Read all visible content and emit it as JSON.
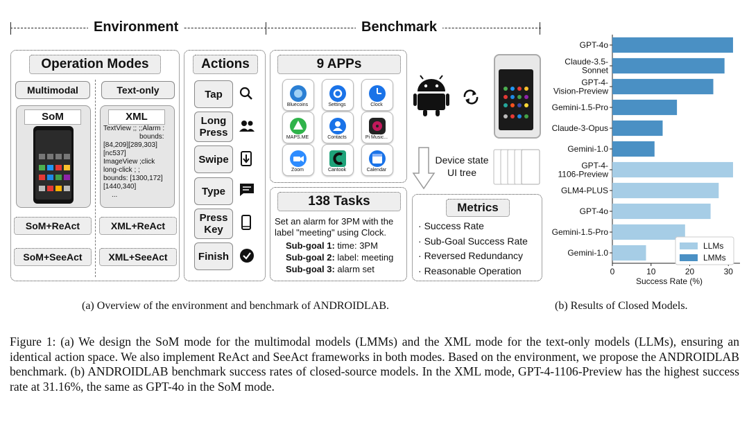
{
  "figure": {
    "environment_title": "Environment",
    "benchmark_title": "Benchmark",
    "operation_modes": {
      "title": "Operation Modes",
      "multimodal": "Multimodal",
      "text_only": "Text-only",
      "som": "SoM",
      "xml": "XML",
      "xml_text": [
        "TextView ;; ;;Alarm :",
        "bounds:",
        "[84,209][289,303]",
        "[nc537]",
        "ImageView ;click",
        "long-click ; ;",
        "bounds: [1300,172]",
        "[1440,340]",
        "..."
      ],
      "som_react": "SoM+ReAct",
      "xml_react": "XML+ReAct",
      "som_seeact": "SoM+SeeAct",
      "xml_seeact": "XML+SeeAct"
    },
    "actions": {
      "title": "Actions",
      "items": [
        {
          "label": "Tap",
          "icon": "search-icon"
        },
        {
          "label": "Long Press",
          "icon": "people-icon"
        },
        {
          "label": "Swipe",
          "icon": "swipe-down-icon"
        },
        {
          "label": "Type",
          "icon": "message-icon"
        },
        {
          "label": "Press Key",
          "icon": "phone-icon"
        },
        {
          "label": "Finish",
          "icon": "check-circle-icon"
        }
      ]
    },
    "apps": {
      "title": "9 APPs",
      "items": [
        {
          "label": "Bluecoins",
          "color": "#2a7fd4"
        },
        {
          "label": "Settings",
          "color": "#1a73e8"
        },
        {
          "label": "Clock",
          "color": "#1a73e8"
        },
        {
          "label": "MAPS.ME",
          "color": "#2fb34a"
        },
        {
          "label": "Contacts",
          "color": "#1a73e8"
        },
        {
          "label": "Pi Music...",
          "color": "#c2185b"
        },
        {
          "label": "Zoom",
          "color": "#2d8cff"
        },
        {
          "label": "Cantook",
          "color": "#1fa37a"
        },
        {
          "label": "Calendar",
          "color": "#1a73e8"
        }
      ]
    },
    "tasks": {
      "title": "138 Tasks",
      "description": "Set an alarm for 3PM with the label \"meeting\" using Clock.",
      "subgoals": [
        {
          "name": "Sub-goal 1:",
          "text": "time: 3PM"
        },
        {
          "name": "Sub-goal 2:",
          "text": "label: meeting"
        },
        {
          "name": "Sub-goal 3:",
          "text": "alarm set"
        }
      ]
    },
    "device_state": {
      "line1": "Device state",
      "line2": "UI tree"
    },
    "metrics": {
      "title": "Metrics",
      "items": [
        "Success Rate",
        "Sub-Goal Success Rate",
        "Reversed Redundancy",
        "Reasonable Operation"
      ]
    },
    "caption_a": "(a) Overview of the environment and benchmark of ANDROIDLAB.",
    "caption_b": "(b) Results of Closed Models.",
    "figure_caption": "Figure 1: (a) We design the SoM mode for the multimodal models (LMMs) and the XML mode for the text-only models (LLMs), ensuring an identical action space. We also implement ReAct and SeeAct frameworks in both modes. Based on the environment, we propose the ANDROIDLAB benchmark. (b) ANDROIDLAB benchmark success rates of closed-source models. In the XML mode, GPT-4-1106-Preview has the highest success rate at 31.16%, the same as GPT-4o in the SoM mode."
  },
  "chart_data": {
    "type": "bar",
    "orientation": "horizontal",
    "xlabel": "Success Rate (%)",
    "xlim": [
      0,
      33
    ],
    "xticks": [
      0,
      10,
      20,
      30
    ],
    "legend": {
      "placement": "bottom-right",
      "entries": [
        {
          "name": "LLMs",
          "color": "#a6cde6"
        },
        {
          "name": "LMMs",
          "color": "#4a90c4"
        }
      ]
    },
    "categories": [
      "GPT-4o",
      "Claude-3.5-Sonnet",
      "GPT-4-Vision-Preview",
      "Gemini-1.5-Pro",
      "Claude-3-Opus",
      "Gemini-1.0",
      "GPT-4-1106-Preview",
      "GLM4-PLUS",
      "GPT-4o",
      "Gemini-1.5-Pro",
      "Gemini-1.0"
    ],
    "category_labels": [
      [
        "GPT-4o"
      ],
      [
        "Claude-3.5-",
        "Sonnet"
      ],
      [
        "GPT-4-",
        "Vision-Preview"
      ],
      [
        "Gemini-1.5-Pro"
      ],
      [
        "Claude-3-Opus"
      ],
      [
        "Gemini-1.0"
      ],
      [
        "GPT-4-",
        "1106-Preview"
      ],
      [
        "GLM4-PLUS"
      ],
      [
        "GPT-4o"
      ],
      [
        "Gemini-1.5-Pro"
      ],
      [
        "Gemini-1.0"
      ]
    ],
    "groups": [
      "LMMs",
      "LMMs",
      "LMMs",
      "LMMs",
      "LMMs",
      "LMMs",
      "LLMs",
      "LLMs",
      "LLMs",
      "LLMs",
      "LLMs"
    ],
    "values": [
      31.2,
      29.0,
      26.1,
      16.7,
      13.0,
      10.9,
      31.2,
      27.5,
      25.4,
      18.8,
      8.7
    ]
  }
}
